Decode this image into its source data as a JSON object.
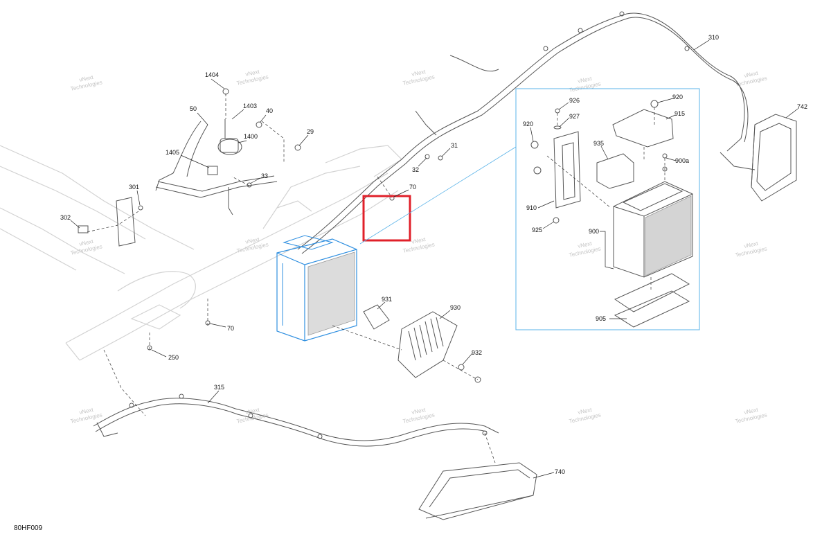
{
  "figure_id": "80HF009",
  "watermark": [
    "vNext",
    "Technologies"
  ],
  "callouts": {
    "c1404": "1404",
    "c1403": "1403",
    "c50": "50",
    "c40": "40",
    "c1400": "1400",
    "c1405": "1405",
    "c29": "29",
    "c31": "31",
    "c32": "32",
    "c33": "33",
    "c301": "301",
    "c302": "302",
    "c70a": "70",
    "c70b": "70",
    "c250": "250",
    "c931": "931",
    "c930": "930",
    "c932": "932",
    "c315": "315",
    "c740": "740",
    "c310": "310",
    "c742": "742",
    "c926": "926",
    "c927": "927",
    "c920a": "920",
    "c920b": "920",
    "c915": "915",
    "c935": "935",
    "c900a": "900a",
    "c910": "910",
    "c925": "925",
    "c900": "900",
    "c905": "905"
  },
  "colors": {
    "highlight": "#e0202a",
    "battery_blue": "#2f8fe0",
    "detail_frame": "#5ab3e8"
  }
}
